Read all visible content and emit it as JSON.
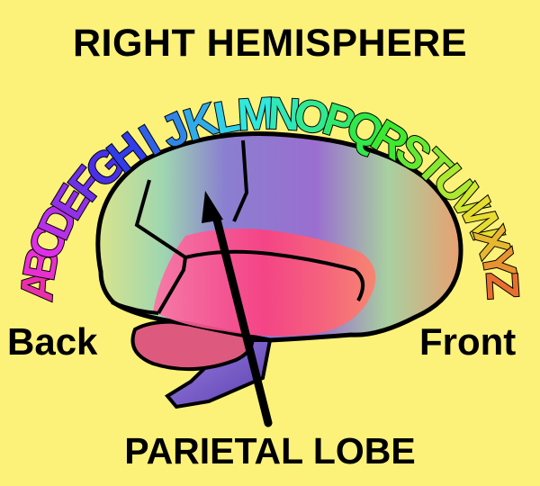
{
  "title": "RIGHT HEMISPHERE",
  "arc_letters": "ABCDEFGHIJKLMNOPQRSTUVWXYZ",
  "labels": {
    "back": "Back",
    "front": "Front",
    "lobe": "PARIETAL LOBE"
  },
  "colors": {
    "background": "#fcf27a",
    "brain_top": "#8a6fc9",
    "brain_middle": "#ff4f8a",
    "brain_lower": "#f03a6e",
    "brain_back": "#cfe28a",
    "cerebellum": "#dd5a7e",
    "brainstem": "#7a59c9",
    "outline": "#000000",
    "pointer_arrow": "#000000"
  }
}
